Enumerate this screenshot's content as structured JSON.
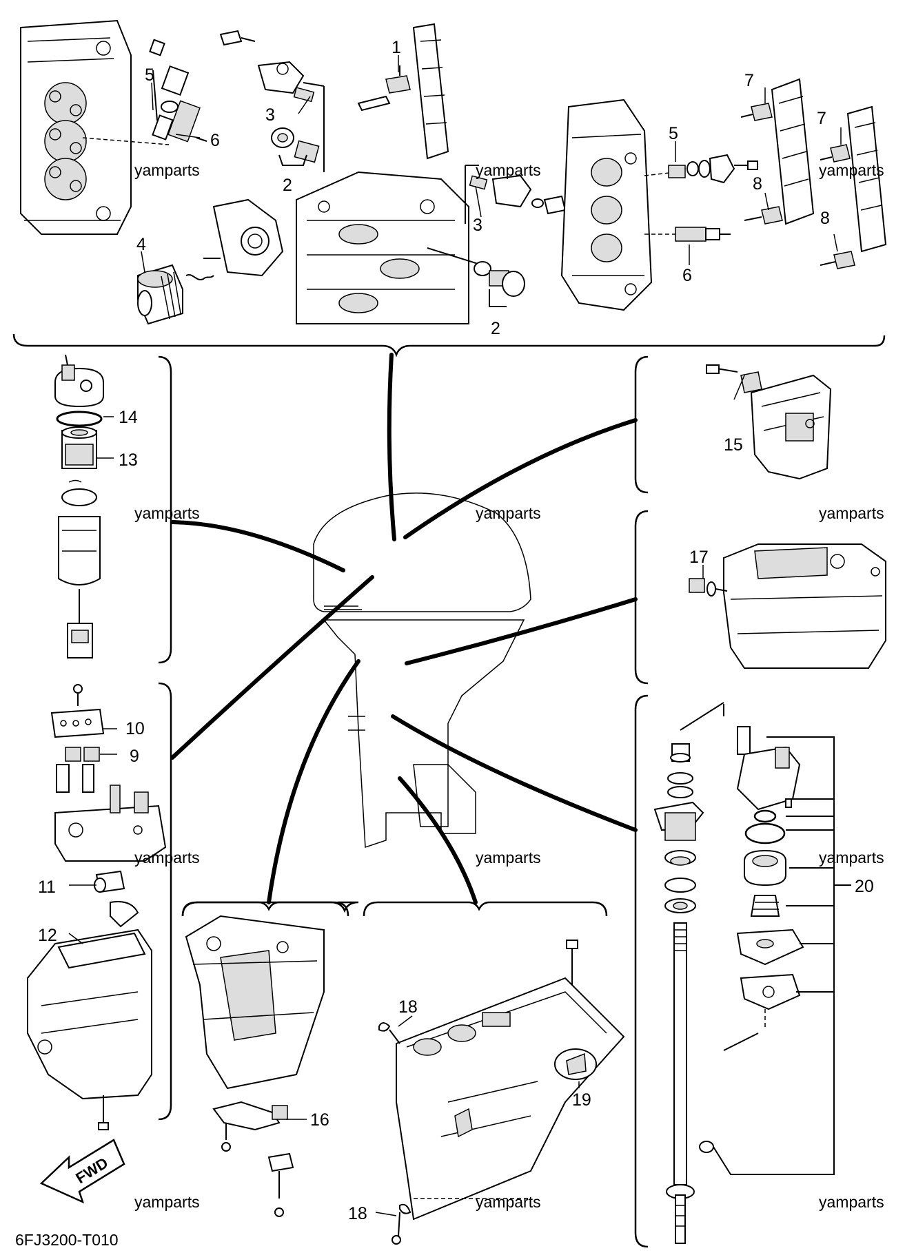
{
  "diagram": {
    "callouts": {
      "c1": "1",
      "c2a": "2",
      "c2b": "2",
      "c3a": "3",
      "c3b": "3",
      "c4": "4",
      "c5a": "5",
      "c5b": "5",
      "c6a": "6",
      "c6b": "6",
      "c7a": "7",
      "c7b": "7",
      "c8a": "8",
      "c8b": "8",
      "c9": "9",
      "c10": "10",
      "c11": "11",
      "c12": "12",
      "c13": "13",
      "c14": "14",
      "c15": "15",
      "c16": "16",
      "c17": "17",
      "c18a": "18",
      "c18b": "18",
      "c19": "19",
      "c20": "20"
    },
    "watermark": "yamparts",
    "fwd_label": "FWD",
    "figure_code": "6FJ3200-T010"
  }
}
